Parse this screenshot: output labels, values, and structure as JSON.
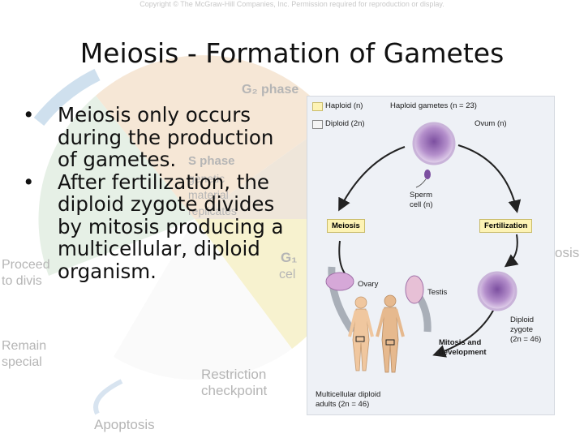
{
  "copyright": "Copyright © The McGraw-Hill Companies, Inc. Permission required for reproduction or display.",
  "title": "Meiosis - Formation of Gametes",
  "bullets": [
    "Meiosis only occurs during the production of gametes.",
    "After fertilization, the diploid zygote divides by mitosis producing a multicellular, diploid organism."
  ],
  "background_labels": {
    "g2_phase": "G₂ phase",
    "s_phase": "S phase",
    "genetic": "genetic",
    "material": "material",
    "replicates": "replicates",
    "g1": "G₁",
    "cel": "cel",
    "proceed": "Proceed",
    "to_divis": "to divis",
    "remain": "Remain",
    "special": "special",
    "restriction": "Restriction",
    "checkpoint": "checkpoint",
    "apoptosis": "Apoptosis",
    "osis": "osis"
  },
  "diagram": {
    "legend_haploid": "Haploid (n)",
    "legend_diploid": "Diploid (2n)",
    "haploid_gametes": "Haploid gametes (n = 23)",
    "ovum": "Ovum (n)",
    "sperm_line1": "Sperm",
    "sperm_line2": "cell (n)",
    "meiosis": "Meiosis",
    "fertilization": "Fertilization",
    "ovary": "Ovary",
    "testis": "Testis",
    "zygote_line1": "Diploid",
    "zygote_line2": "zygote",
    "zygote_line3": "(2n = 46)",
    "mitosis_line1": "Mitosis and",
    "mitosis_line2": "development",
    "adults_line1": "Multicellular diploid",
    "adults_line2": "adults (2n = 46)"
  },
  "colors": {
    "haploid_box": "#fdf3b5",
    "diploid_box": "#f4f4f4",
    "cell_purple": "#8a5aa8",
    "arrow_gray": "#9aa0aa"
  }
}
